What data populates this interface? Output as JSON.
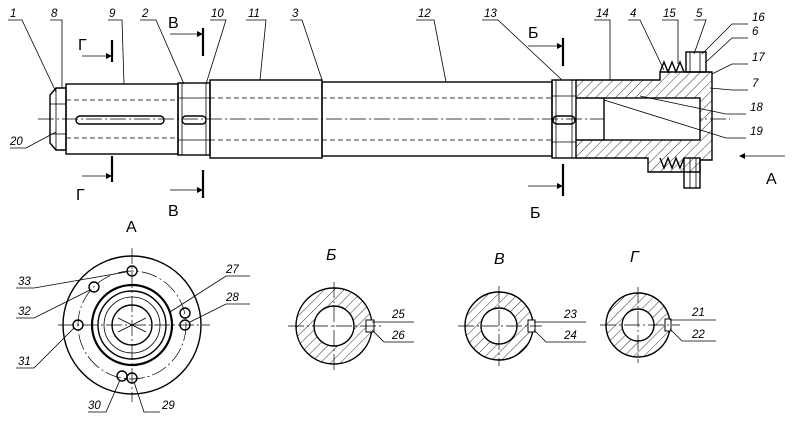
{
  "part_labels": {
    "p1": "1",
    "p2": "2",
    "p3": "3",
    "p4": "4",
    "p5": "5",
    "p6": "6",
    "p7": "7",
    "p8": "8",
    "p9": "9",
    "p10": "10",
    "p11": "11",
    "p12": "12",
    "p13": "13",
    "p14": "14",
    "p15": "15",
    "p16": "16",
    "p17": "17",
    "p18": "18",
    "p19": "19",
    "p20": "20",
    "p21": "21",
    "p22": "22",
    "p23": "23",
    "p24": "24",
    "p25": "25",
    "p26": "26",
    "p27": "27",
    "p28": "28",
    "p29": "29",
    "p30": "30",
    "p31": "31",
    "p32": "32",
    "p33": "33"
  },
  "section_letters": {
    "g": "Г",
    "v": "В",
    "b": "Б",
    "a": "А"
  },
  "views": {
    "view_a": "А",
    "section_b": "Б",
    "section_v": "В",
    "section_g": "Г"
  }
}
